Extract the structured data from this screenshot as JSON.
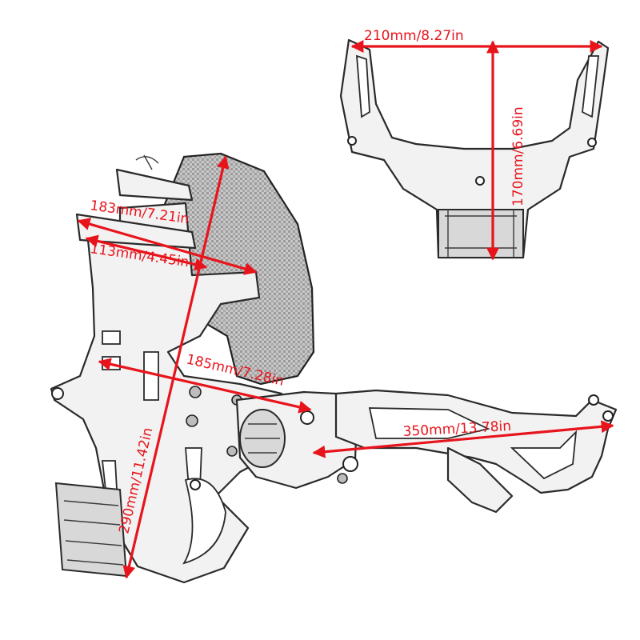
{
  "accent_color": "#e8141c",
  "dimensions": {
    "top_width": "210mm/8.27in",
    "top_height": "170mm/6.69in",
    "upper_width": "183mm/7.21in",
    "mid_width": "113mm/4.45in",
    "depth": "185mm/7.28in",
    "arm_length": "350mm/13.78in",
    "total_height": "290mm/11.42in"
  }
}
